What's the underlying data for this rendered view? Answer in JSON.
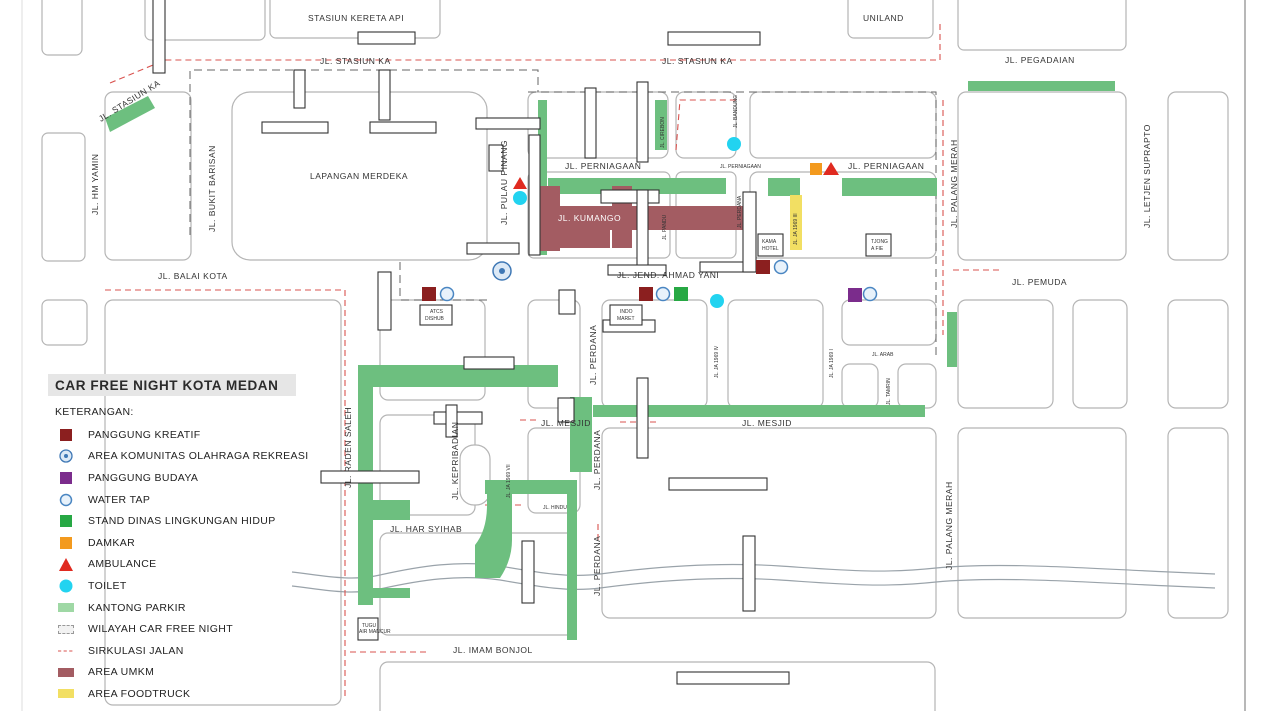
{
  "legend": {
    "title": "CAR FREE NIGHT KOTA MEDAN",
    "keterangan": "KETERANGAN:",
    "items": [
      {
        "key": "panggung-kreatif",
        "label": "PANGGUNG KREATIF",
        "color": "#8b1f1f"
      },
      {
        "key": "area-komunitas",
        "label": "AREA KOMUNITAS OLAHRAGA REKREASI",
        "color": "#3f78b5"
      },
      {
        "key": "panggung-budaya",
        "label": "PANGGUNG BUDAYA",
        "color": "#7b2c8c"
      },
      {
        "key": "water-tap",
        "label": "WATER TAP",
        "color": "#4a86c2"
      },
      {
        "key": "stand-dlh",
        "label": "STAND DINAS LINGKUNGAN HIDUP",
        "color": "#27a844"
      },
      {
        "key": "damkar",
        "label": "DAMKAR",
        "color": "#f39a1e"
      },
      {
        "key": "ambulance",
        "label": "AMBULANCE",
        "color": "#e02a20"
      },
      {
        "key": "toilet",
        "label": "TOILET",
        "color": "#22d3f0"
      },
      {
        "key": "kantong-parkir",
        "label": "KANTONG PARKIR",
        "color": "#9fd8a5"
      },
      {
        "key": "wilayah-cfn",
        "label": "WILAYAH CAR FREE NIGHT",
        "color": "#999999"
      },
      {
        "key": "sirkulasi",
        "label": "SIRKULASI JALAN",
        "color": "#d9534f"
      },
      {
        "key": "area-umkm",
        "label": "AREA UMKM",
        "color": "#a35c62"
      },
      {
        "key": "area-foodtruck",
        "label": "AREA FOODTRUCK",
        "color": "#f2df63"
      }
    ]
  },
  "streets": {
    "stasiun_ka_1": "JL. STASIUN KA",
    "stasiun_ka_2": "JL. STASIUN KA",
    "stasiun_ka_diag": "JL. STASIUN KA",
    "pegadaian": "JL. PEGADAIAN",
    "perniagaan_1": "JL. PERNIAGAAN",
    "perniagaan_2": "JL. PERNIAGAAN",
    "perniagaan_small": "JL. PERNIAGAAN",
    "kumango": "JL. KUMANGO",
    "ahmad_yani": "JL. JEND. AHMAD YANI",
    "balai_kota": "JL. BALAI KOTA",
    "pemuda": "JL. PEMUDA",
    "mesjid_1": "JL. MESJID",
    "mesjid_2": "JL. MESJID",
    "har_syihab": "JL. HAR SYIHAB",
    "imam_bonjol": "JL. IMAM BONJOL",
    "hindu": "JL. HINDU",
    "arab": "JL. ARAB",
    "hm_yamin": "JL. HM YAMIN",
    "bukit_barisan": "JL. BUKIT BARISAN",
    "pulau_pinang": "JL. PULAU PINANG",
    "palang_merah_1": "JL. PALANG MERAH",
    "palang_merah_2": "JL. PALANG MERAH",
    "letjen_suprapto": "JL. LETJEN SUPRAPTO",
    "perdana_1": "JL. PERDANA",
    "perdana_2": "JL. PERDANA",
    "perdana_3": "JL. PERDANA",
    "raden_saleh": "JL. RADEN SALEH",
    "kepribadian": "JL. KEPRIBADIAN",
    "cirebon": "JL. CIREBON",
    "bandung": "JL. BANDUNG",
    "pandu": "JL. PANDU",
    "perdana_small": "JL. PERDANA",
    "ja_1": "JL. JA 1969 IV",
    "ja_2": "JL. JA 1969 I",
    "ja_3": "JL. JA 1969 III",
    "ja_4": "JL. JA 1969 VII",
    "tamrin": "JL. TAMRIN"
  },
  "places": {
    "stasiun": "STASIUN KERETA API",
    "uniland": "UNILAND",
    "lapangan": "LAPANGAN MERDEKA",
    "kama_hotel_1": "KAMA",
    "kama_hotel_2": "HOTEL",
    "tjong_1": "TJONG",
    "tjong_2": "A FIE",
    "atcs_1": "ATCS",
    "atcs_2": "DISHUB",
    "indomaret_1": "INDO",
    "indomaret_2": "MARET",
    "tugu_1": "TUGU",
    "tugu_2": "AIR MANCUR"
  }
}
